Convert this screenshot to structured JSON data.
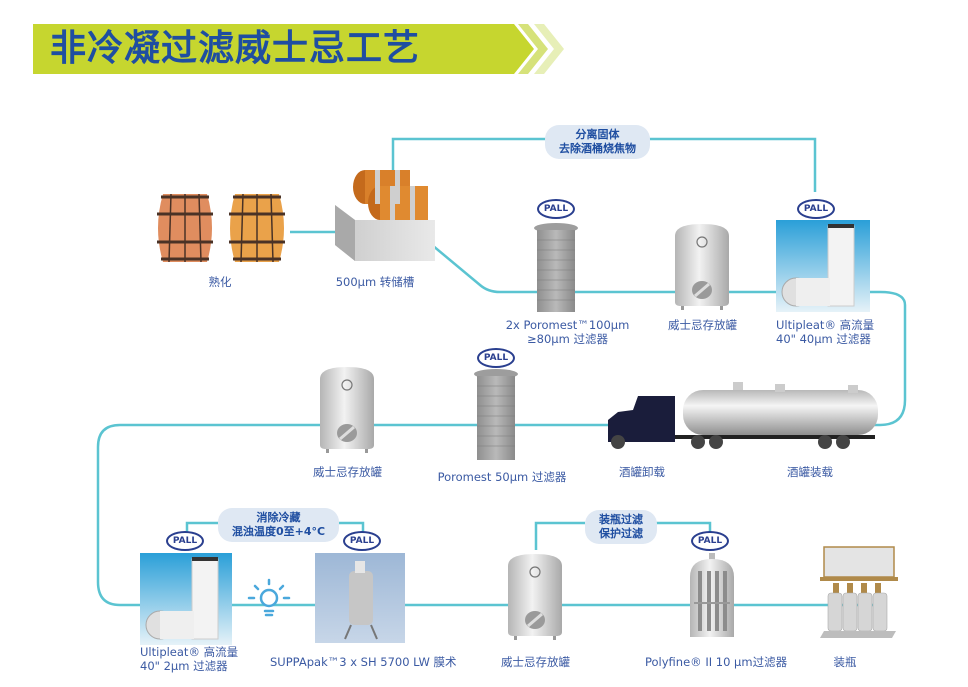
{
  "title": "非冷凝过滤威士忌工艺",
  "colors": {
    "banner": "#c6d62f",
    "title": "#1f4ea1",
    "line": "#5bc4d1",
    "label": "#3b5aa3",
    "bubble": "#dfe8f3"
  },
  "brand_badge": "PALL",
  "bubbles": {
    "top": {
      "line1": "分离固体",
      "line2": "去除酒桶烧焦物"
    },
    "chill": {
      "line1": "消除冷藏",
      "line2": "混浊温度0至+4°C"
    },
    "bottling": {
      "line1": "装瓶过滤",
      "line2": "保护过滤"
    }
  },
  "stages": {
    "maturation": "熟化",
    "transfer_tank": "500µm 转储槽",
    "poromest_100": {
      "line1": "2x Poromest™100µm",
      "line2": "≥80µm 过滤器"
    },
    "storage_1": "威士忌存放罐",
    "ultipleat_40": {
      "line1": "Ultipleat® 高流量",
      "line2": "40\" 40µm 过滤器"
    },
    "tanker_loading": "酒罐装载",
    "tanker_unloading": "酒罐卸载",
    "poromest_50": "Poromest 50µm 过滤器",
    "storage_2": "威士忌存放罐",
    "ultipleat_2": {
      "line1": "Ultipleat® 高流量",
      "line2": "40\" 2µm 过滤器"
    },
    "suppapak": "SUPPApak™3 x SH 5700 LW 膜术",
    "storage_3": "威士忌存放罐",
    "polyfine": "Polyfine® II 10 µm过滤器",
    "bottling": "装瓶"
  },
  "icons": [
    "barrel-icon",
    "barrel-stack-icon",
    "basket-filter-icon",
    "storage-tank-icon",
    "cartridge-filter-icon",
    "tanker-truck-icon",
    "lightbulb-icon",
    "filter-housing-icon",
    "polyfine-filter-icon",
    "bottling-machine-icon"
  ]
}
